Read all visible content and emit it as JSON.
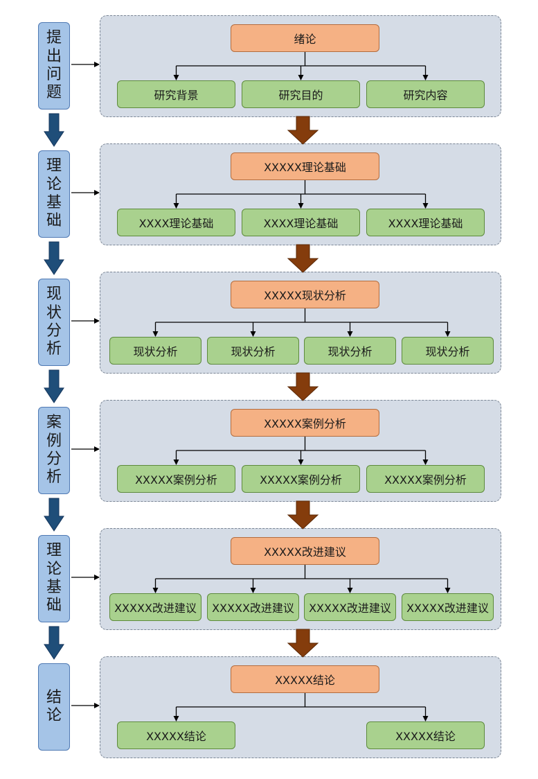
{
  "stages": [
    {
      "label": "提出问题",
      "head": "绪论",
      "items": [
        "研究背景",
        "研究目的",
        "研究内容"
      ]
    },
    {
      "label": "理论基础",
      "head": "XXXXX理论基础",
      "items": [
        "XXXX理论基础",
        "XXXX理论基础",
        "XXXX理论基础"
      ]
    },
    {
      "label": "现状分析",
      "head": "XXXXX现状分析",
      "items": [
        "现状分析",
        "现状分析",
        "现状分析",
        "现状分析"
      ]
    },
    {
      "label": "案例分析",
      "head": "XXXXX案例分析",
      "items": [
        "XXXXX案例分析",
        "XXXXX案例分析",
        "XXXXX案例分析"
      ]
    },
    {
      "label": "理论基础",
      "head": "XXXXX改进建议",
      "items": [
        "XXXXX改进建议",
        "XXXXX改进建议",
        "XXXXX改进建议",
        "XXXXX改进建议"
      ]
    },
    {
      "label": "结论",
      "head": "XXXXX结论",
      "items": [
        "XXXXX结论",
        "XXXXX结论"
      ]
    }
  ],
  "colors": {
    "stage_fill": "#a5c4e7",
    "panel_fill": "#d5dce6",
    "head_fill": "#f5b184",
    "item_fill": "#a9d18e",
    "down_arrow_left": "#1f4e79",
    "down_arrow_center": "#843c0c"
  }
}
